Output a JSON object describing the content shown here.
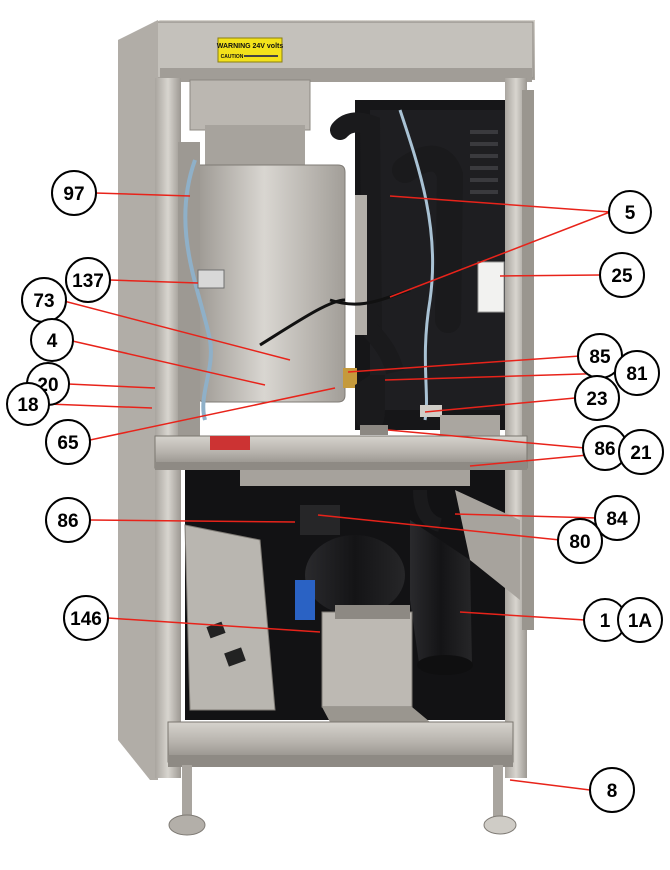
{
  "warning_label": {
    "title": "WARNING 24V volts",
    "caution": "CAUTION"
  },
  "callouts": [
    {
      "id": "97"
    },
    {
      "id": "137"
    },
    {
      "id": "73"
    },
    {
      "id": "4"
    },
    {
      "id": "20"
    },
    {
      "id": "18"
    },
    {
      "id": "65"
    },
    {
      "id": "86a",
      "label": "86"
    },
    {
      "id": "146"
    },
    {
      "id": "5"
    },
    {
      "id": "25"
    },
    {
      "id": "85"
    },
    {
      "id": "81"
    },
    {
      "id": "23"
    },
    {
      "id": "86b",
      "label": "86"
    },
    {
      "id": "21"
    },
    {
      "id": "84"
    },
    {
      "id": "80"
    },
    {
      "id": "1"
    },
    {
      "id": "1A"
    },
    {
      "id": "8"
    }
  ],
  "colors": {
    "leader": "#e8231a",
    "callout_stroke": "#000000",
    "steel_light": "#c9c6c0",
    "steel_dark": "#8e8a84",
    "black_part": "#1c1c1e",
    "warning_yellow": "#f3e21b"
  }
}
